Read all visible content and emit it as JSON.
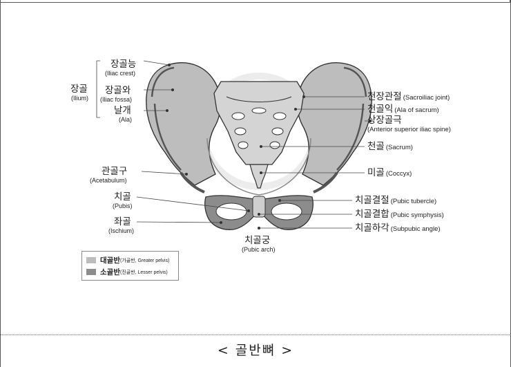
{
  "colors": {
    "greater_pelvis": "#bdbdbd",
    "lesser_pelvis": "#8c8c8c",
    "bone_outline": "#333333",
    "sacrum": "#d4d4d4",
    "hole": "#ffffff"
  },
  "labels_left": {
    "ilium_group": {
      "ko": "장골",
      "en": "(Ilium)"
    },
    "iliac_crest": {
      "ko": "장골능",
      "en": "(Iliac crest)"
    },
    "iliac_fossa": {
      "ko": "장골와",
      "en": "(Iliac fossa)"
    },
    "ala": {
      "ko": "날개",
      "en": "(Ala)"
    },
    "acetabulum": {
      "ko": "관골구",
      "en": "(Acetabulum)"
    },
    "pubis": {
      "ko": "치골",
      "en": "(Pubis)"
    },
    "ischium": {
      "ko": "좌골",
      "en": "(Ischium)"
    }
  },
  "labels_right": {
    "sacroiliac_joint": {
      "ko": "천장관절",
      "en": "(Sacroiliac joint)"
    },
    "ala_of_sacrum": {
      "ko": "천골익",
      "en": "(Ala of sacrum)"
    },
    "asis": {
      "ko": "상장골극",
      "en": "(Anterior superior iliac spine)"
    },
    "sacrum": {
      "ko": "천골",
      "en": "(Sacrum)"
    },
    "coccyx": {
      "ko": "미골",
      "en": "(Coccyx)"
    },
    "pubic_tubercle": {
      "ko": "치골결절",
      "en": "(Pubic tubercle)"
    },
    "pubic_symphysis": {
      "ko": "치골결합",
      "en": "(Pubic symphysis)"
    },
    "subpubic_angle": {
      "ko": "치골하각",
      "en": "(Subpubic angle)"
    }
  },
  "labels_bottom": {
    "pubic_arch": {
      "ko": "치골궁",
      "en": "(Pubic arch)"
    }
  },
  "legend": {
    "greater": {
      "ko": "대골반",
      "note": "(가골반, Greater pelvis)"
    },
    "lesser": {
      "ko": "소골반",
      "note": "(진골반, Lesser pelvis)"
    }
  },
  "caption": "< 골반뼈 >"
}
